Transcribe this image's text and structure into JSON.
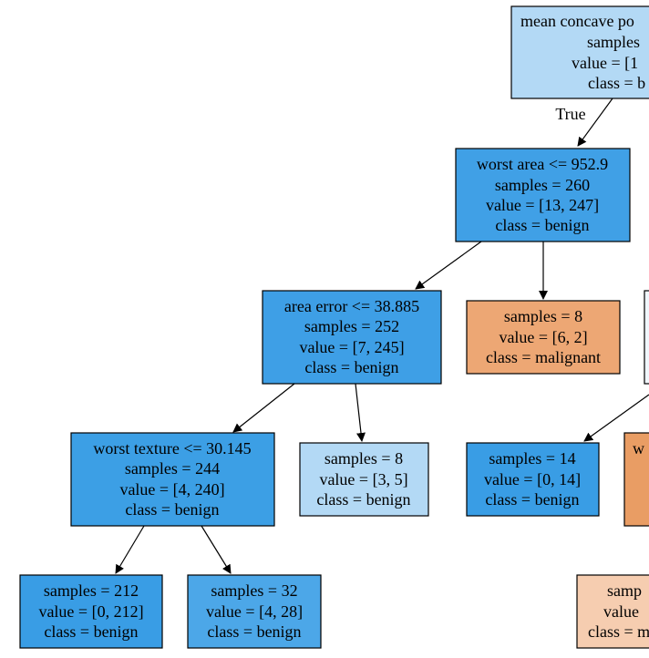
{
  "diagram": {
    "edge_label": "True",
    "nodes": [
      {
        "id": "root",
        "fill": "#b3d9f5",
        "lines": [
          "mean concave po",
          "samples",
          "value = [1",
          "class = b"
        ]
      },
      {
        "id": "n1",
        "fill": "#40a0e6",
        "lines": [
          "worst area <= 952.9",
          "samples = 260",
          "value = [13, 247]",
          "class = benign"
        ]
      },
      {
        "id": "n2",
        "fill": "#3e9fe6",
        "lines": [
          "area error <= 38.885",
          "samples = 252",
          "value = [7, 245]",
          "class = benign"
        ]
      },
      {
        "id": "n3",
        "fill": "#eda774",
        "lines": [
          "samples = 8",
          "value = [6, 2]",
          "class = malignant"
        ]
      },
      {
        "id": "n4",
        "fill": "#3c9fe5",
        "lines": [
          "worst texture <= 30.145",
          "samples = 244",
          "value = [4, 240]",
          "class = benign"
        ]
      },
      {
        "id": "n5",
        "fill": "#b3d9f5",
        "lines": [
          "samples = 8",
          "value = [3, 5]",
          "class = benign"
        ]
      },
      {
        "id": "n6",
        "fill": "#399de5",
        "lines": [
          "samples = 212",
          "value = [0, 212]",
          "class = benign"
        ]
      },
      {
        "id": "n7",
        "fill": "#4ca7e8",
        "lines": [
          "samples = 32",
          "value = [4, 28]",
          "class = benign"
        ]
      },
      {
        "id": "n8",
        "fill": "#399de5",
        "lines": [
          "samples = 14",
          "value = [0, 14]",
          "class = benign"
        ]
      },
      {
        "id": "n9",
        "fill": "#f0f7fd",
        "lines": []
      },
      {
        "id": "n10",
        "fill": "#e99d64",
        "lines": [
          "w"
        ]
      },
      {
        "id": "n11",
        "fill": "#f6cdb0",
        "lines": [
          "samp",
          "value",
          "class = m"
        ]
      }
    ]
  }
}
